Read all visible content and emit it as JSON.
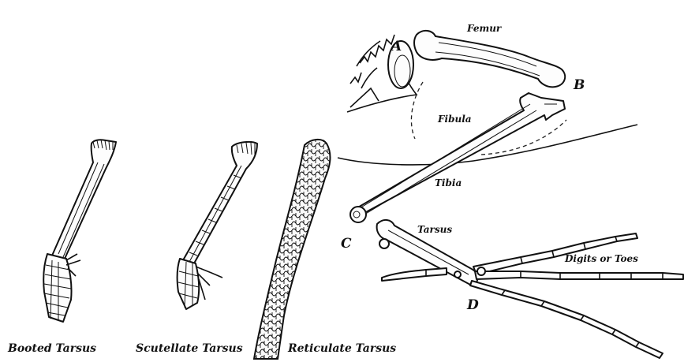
{
  "labels": {
    "femur": "Femur",
    "fibula": "Fibula",
    "tibia": "Tibia",
    "tarsus": "Tarsus",
    "digits": "Digits or Toes",
    "point_a": "A",
    "point_b": "B",
    "point_c": "C",
    "point_d": "D"
  },
  "captions": {
    "booted": "Booted  Tarsus",
    "scutellate": "Scutellate  Tarsus",
    "reticulate": "Reticulate  Tarsus"
  }
}
